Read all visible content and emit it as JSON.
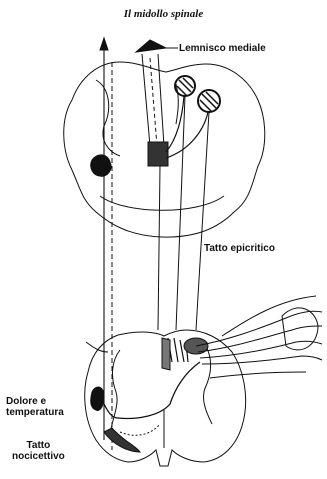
{
  "title": "Il midollo spinale",
  "labels": {
    "lemnisco": "Lemnisco mediale",
    "epicritico": "Tatto epicritico",
    "dolore": "Dolore e\ntemperatura",
    "nocicettivo": "Tatto\nnocicettivo"
  },
  "colors": {
    "ink": "#111111",
    "background": "#ffffff"
  }
}
